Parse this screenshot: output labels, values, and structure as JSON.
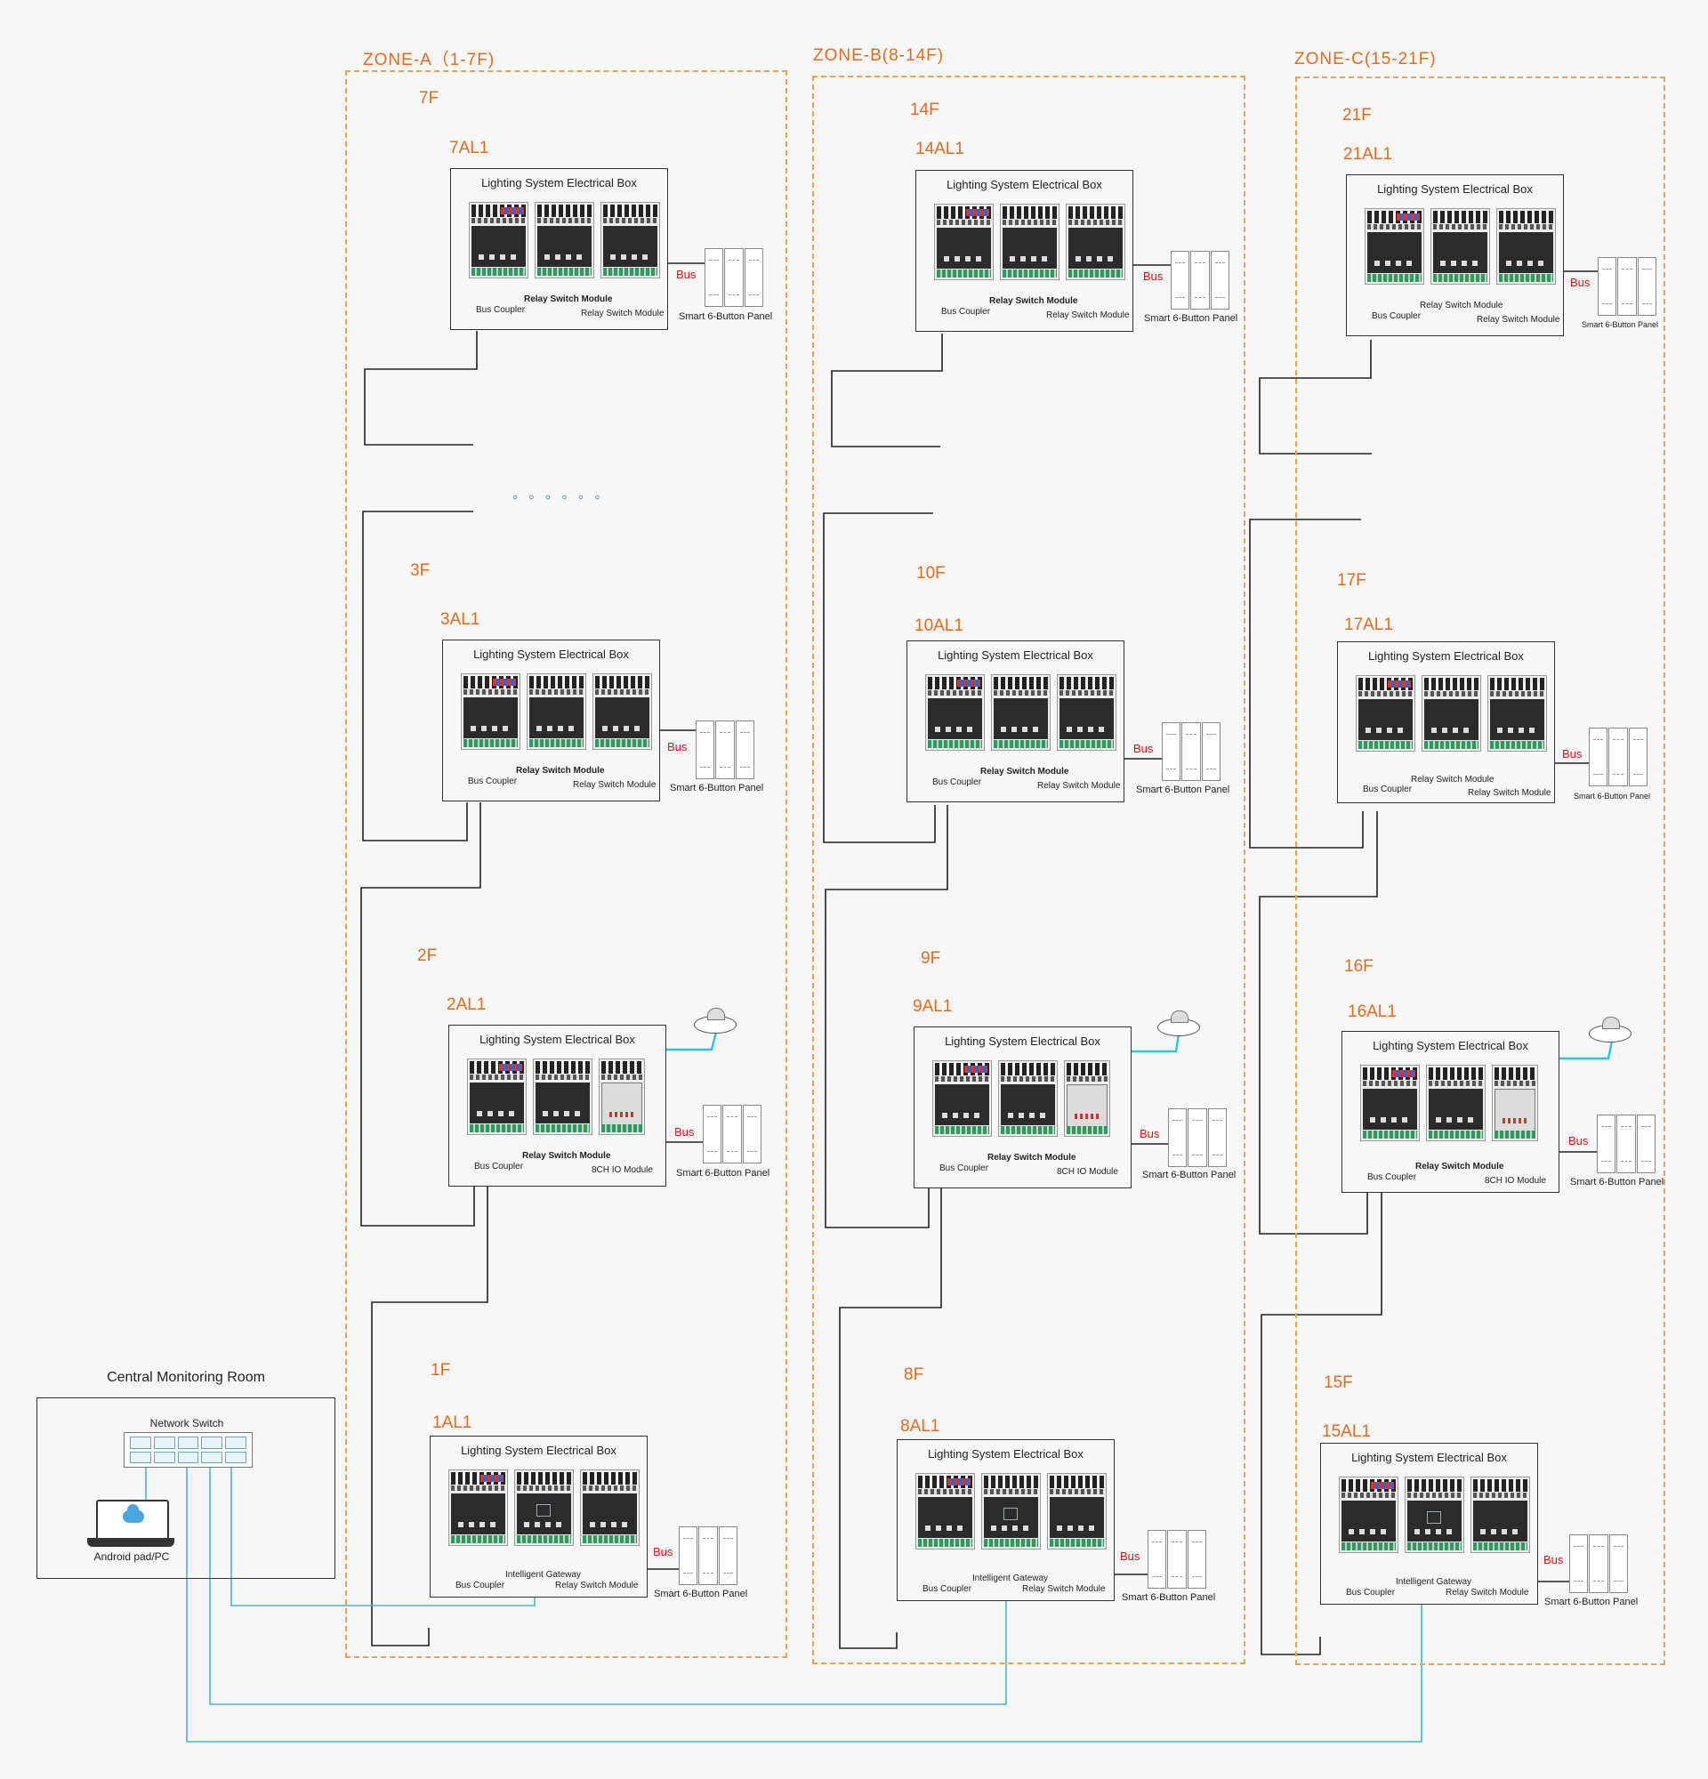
{
  "zones": [
    {
      "title": "ZONE-A（1-7F)"
    },
    {
      "title": "ZONE-B(8-14F)"
    },
    {
      "title": "ZONE-C(15-21F)"
    }
  ],
  "floors": [
    {
      "floor": "7F",
      "code": "7AL1"
    },
    {
      "floor": "3F",
      "code": "3AL1"
    },
    {
      "floor": "2F",
      "code": "2AL1"
    },
    {
      "floor": "1F",
      "code": "1AL1"
    },
    {
      "floor": "14F",
      "code": "14AL1"
    },
    {
      "floor": "10F",
      "code": "10AL1"
    },
    {
      "floor": "9F",
      "code": "9AL1"
    },
    {
      "floor": "8F",
      "code": "8AL1"
    },
    {
      "floor": "21F",
      "code": "21AL1"
    },
    {
      "floor": "17F",
      "code": "17AL1"
    },
    {
      "floor": "16F",
      "code": "16AL1"
    },
    {
      "floor": "15F",
      "code": "15AL1"
    }
  ],
  "labels": {
    "box_title": "Lighting System Electrical Box",
    "bus_coupler": "Bus Coupler",
    "relay_switch_module": "Relay Switch Module",
    "io_module": "8CH IO Module",
    "intelligent_gateway": "Intelligent Gateway",
    "bus": "Bus",
    "panel": "Smart 6-Button Panel",
    "ellipsis": "。。。。。。"
  },
  "central": {
    "title": "Central Monitoring Room",
    "network_switch": "Network Switch",
    "device": "Android pad/PC"
  },
  "colors": {
    "zone_border": "#f0a04b",
    "zone_text": "#e56a1e",
    "bus_text": "#dd1111",
    "network_cable": "#4fb3d9",
    "sensor_cable": "#2bc4dc"
  }
}
